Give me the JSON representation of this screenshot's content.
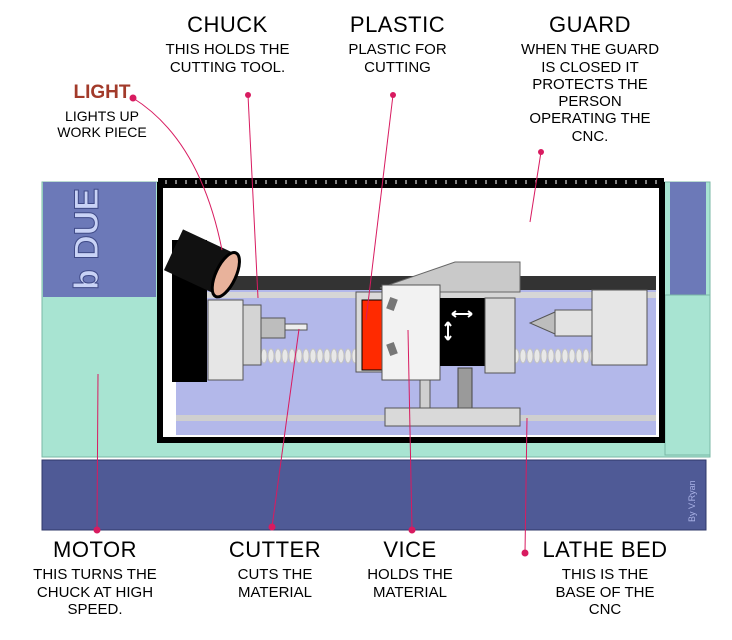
{
  "labels": {
    "chuck": {
      "title": "CHUCK",
      "desc": [
        "THIS HOLDS THE",
        "CUTTING TOOL."
      ]
    },
    "plastic": {
      "title": "PLASTIC",
      "desc": [
        "PLASTIC FOR",
        "CUTTING"
      ]
    },
    "guard": {
      "title": "GUARD",
      "desc": [
        "WHEN THE GUARD",
        "IS CLOSED IT",
        "PROTECTS THE",
        "PERSON",
        "OPERATING THE",
        "CNC."
      ]
    },
    "light": {
      "title": "LIGHT",
      "desc": [
        "LIGHTS UP",
        "WORK PIECE"
      ]
    },
    "motor": {
      "title": "MOTOR",
      "desc": [
        "THIS TURNS THE",
        "CHUCK AT HIGH",
        "SPEED."
      ]
    },
    "cutter": {
      "title": "CUTTER",
      "desc": [
        "CUTS THE",
        "MATERIAL"
      ]
    },
    "vice": {
      "title": "VICE",
      "desc": [
        "HOLDS THE",
        "MATERIAL"
      ]
    },
    "lathe_bed": {
      "title": "LATHE BED",
      "desc": [
        "THIS IS THE",
        "BASE OF THE",
        "CNC"
      ]
    }
  },
  "machine": {
    "brand_text": "b DUE",
    "credit": "By V.Ryan"
  },
  "colors": {
    "body": "#a8e4d2",
    "base_panel": "#4f5a96",
    "side_panel": "#6c79b8",
    "floor": "#b3b8ea",
    "pointer": "#d81b60",
    "plastic": "#ff2a00",
    "light_title": "#a23a2a"
  }
}
